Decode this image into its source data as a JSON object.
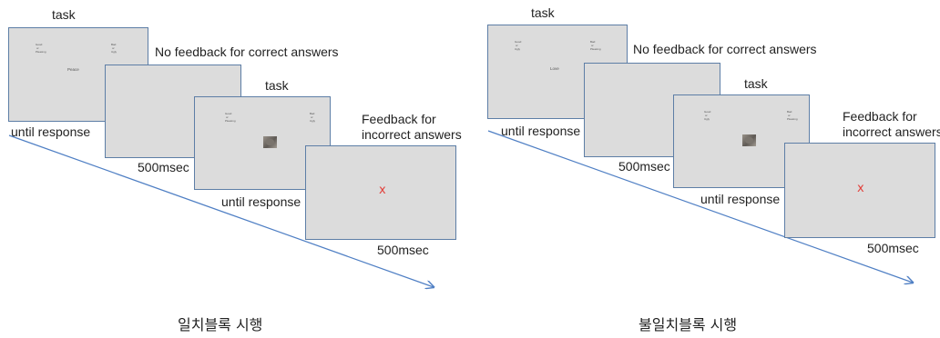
{
  "panels": [
    {
      "caption": "일치블록 시행",
      "task_label_1": "task",
      "no_feedback_label": "No feedback for correct answers",
      "task_label_2": "task",
      "feedback_label": "Feedback for\nincorrect answers",
      "until_response_1": "until response",
      "msec_1": "500msec",
      "until_response_2": "until response",
      "msec_2": "500msec",
      "screen1": {
        "left_top": "Good",
        "left_mid": "or",
        "left_bot": "Pleasing",
        "right_top": "Bad",
        "right_mid": "or",
        "right_bot": "Ugly",
        "word": "Peace"
      },
      "screen3": {
        "left_top": "Good",
        "left_mid": "or",
        "left_bot": "Pleasing",
        "right_top": "Bad",
        "right_mid": "or",
        "right_bot": "Ugly"
      },
      "feedback_mark": "x"
    },
    {
      "caption": "불일치블록 시행",
      "task_label_1": "task",
      "no_feedback_label": "No feedback for correct answers",
      "task_label_2": "task",
      "feedback_label": "Feedback for\nincorrect answers",
      "until_response_1": "until response",
      "msec_1": "500msec",
      "until_response_2": "until response",
      "msec_2": "500msec",
      "screen1": {
        "left_top": "Good",
        "left_mid": "or",
        "left_bot": "Ugly",
        "right_top": "Bad",
        "right_mid": "or",
        "right_bot": "Pleasing",
        "word": "Love"
      },
      "screen3": {
        "left_top": "Good",
        "left_mid": "or",
        "left_bot": "Ugly",
        "right_top": "Bad",
        "right_mid": "or",
        "right_bot": "Pleasing"
      },
      "feedback_mark": "x"
    }
  ],
  "colors": {
    "arrow": "#4f7fc4",
    "screen_fill": "#dcdcdc",
    "screen_border": "#5d7ea6",
    "feedback_x": "#e2413b"
  }
}
